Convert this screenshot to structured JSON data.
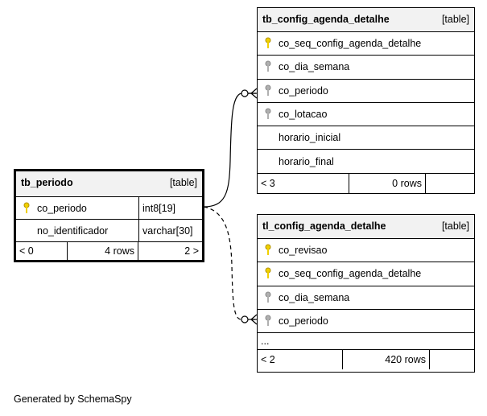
{
  "tables": {
    "tb_config_agenda_detalhe": {
      "name": "tb_config_agenda_detalhe",
      "kind": "[table]",
      "columns": [
        {
          "name": "co_seq_config_agenda_detalhe",
          "key": "primary",
          "icon": "key-icon",
          "color": "#f0d000"
        },
        {
          "name": "co_dia_semana",
          "key": "index",
          "icon": "key-icon",
          "color": "#a0a0a0"
        },
        {
          "name": "co_periodo",
          "key": "index",
          "icon": "key-icon",
          "color": "#a0a0a0"
        },
        {
          "name": "co_lotacao",
          "key": "index",
          "icon": "key-icon",
          "color": "#a0a0a0"
        },
        {
          "name": "horario_inicial",
          "key": "none"
        },
        {
          "name": "horario_final",
          "key": "none"
        }
      ],
      "footer": {
        "parents": "< 3",
        "rows": "0 rows",
        "children": ""
      }
    },
    "tb_periodo": {
      "name": "tb_periodo",
      "kind": "[table]",
      "columns": [
        {
          "name": "co_periodo",
          "type": "int8[19]",
          "key": "primary",
          "icon": "key-icon",
          "color": "#f0d000"
        },
        {
          "name": "no_identificador",
          "type": "varchar[30]",
          "key": "none"
        }
      ],
      "footer": {
        "parents": "< 0",
        "rows": "4 rows",
        "children": "2 >"
      }
    },
    "tl_config_agenda_detalhe": {
      "name": "tl_config_agenda_detalhe",
      "kind": "[table]",
      "columns": [
        {
          "name": "co_revisao",
          "key": "primary",
          "icon": "key-icon",
          "color": "#f0d000"
        },
        {
          "name": "co_seq_config_agenda_detalhe",
          "key": "primary",
          "icon": "key-icon",
          "color": "#f0d000"
        },
        {
          "name": "co_dia_semana",
          "key": "index",
          "icon": "key-icon",
          "color": "#a0a0a0"
        },
        {
          "name": "co_periodo",
          "key": "index",
          "icon": "key-icon",
          "color": "#a0a0a0"
        }
      ],
      "ellipsis": "...",
      "footer": {
        "parents": "< 2",
        "rows": "420 rows",
        "children": ""
      }
    }
  },
  "relationships": [
    {
      "from": "tb_periodo.co_periodo",
      "to": "tb_config_agenda_detalhe.co_periodo",
      "style": "solid"
    },
    {
      "from": "tb_periodo.co_periodo",
      "to": "tl_config_agenda_detalhe.co_periodo",
      "style": "dashed"
    }
  ],
  "credit": "Generated by SchemaSpy"
}
